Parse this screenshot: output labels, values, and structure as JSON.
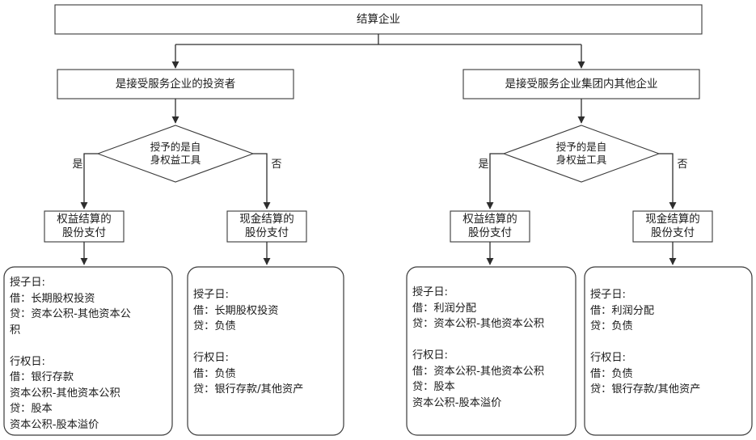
{
  "diagram": {
    "title_node": {
      "label": "结算企业"
    },
    "branches": [
      {
        "condition_label": "是接受服务企业的投资者",
        "decision_label": "授予的是自\n身权益工具",
        "yes_label": "是",
        "no_label": "否",
        "outcomes": [
          {
            "label": "权益结算的\n股份支付",
            "detail": "授子日:\n借：长期股权投资\n  贷：资本公积-其他资本公\n积\n\n行权日:\n借：银行存款\n  资本公积-其他资本公积\n 贷：股本\n    资本公积-股本溢价"
          },
          {
            "label": "现金结算的\n股份支付",
            "detail": "授子日:\n借：长期股权投资\n  贷：负债\n\n行权日:\n借：负债\n  贷：银行存款/其他资产"
          }
        ]
      },
      {
        "condition_label": "是接受服务企业集团内其他企业",
        "decision_label": "授予的是自\n身权益工具",
        "yes_label": "是",
        "no_label": "否",
        "outcomes": [
          {
            "label": "权益结算的\n股份支付",
            "detail": "授子日:\n借：利润分配\n  贷：资本公积-其他资本公积\n\n行权日:\n借：资本公积-其他资本公积\n  贷：股本\n    资本公积-股本溢价"
          },
          {
            "label": "现金结算的\n股份支付",
            "detail": "授子日:\n借：利润分配\n  贷：负债\n\n行权日:\n借：负债\n  贷：银行存款/其他资产"
          }
        ]
      }
    ],
    "colors": {
      "stroke": "#3a3a3a",
      "connector": "#2e2e2e",
      "background": "#ffffff",
      "text": "#1b1b1b"
    }
  }
}
